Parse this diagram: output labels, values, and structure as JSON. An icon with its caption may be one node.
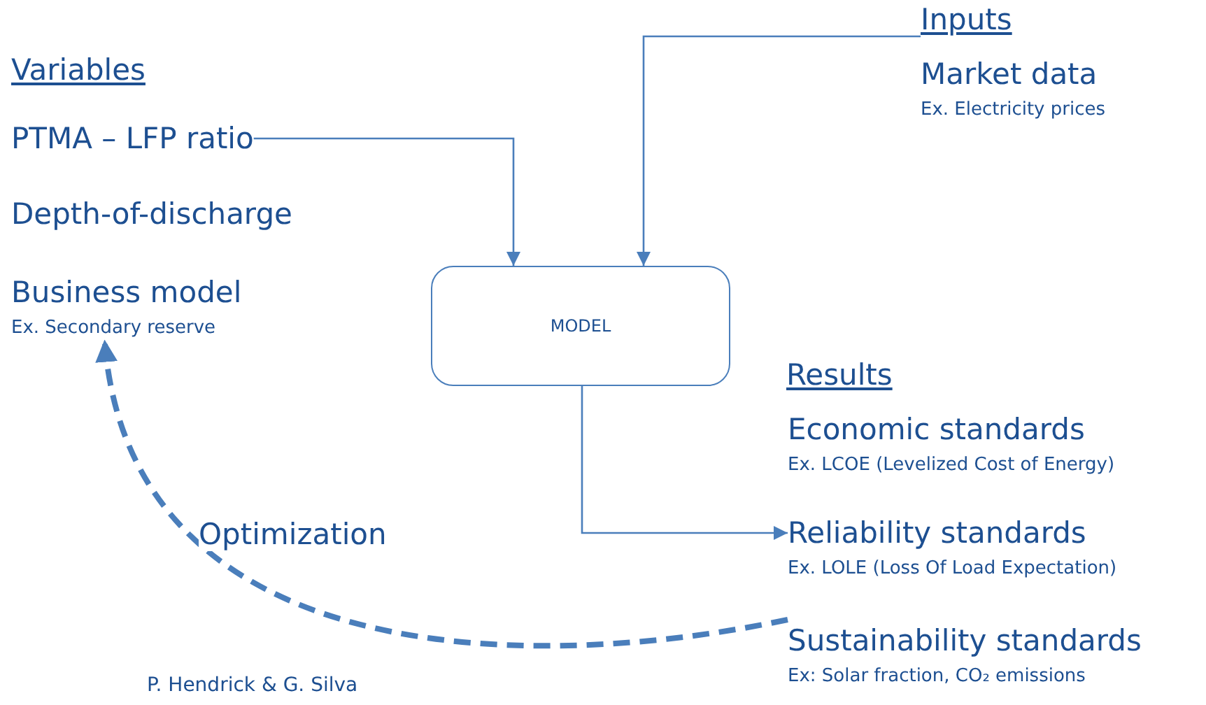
{
  "diagram": {
    "nodes": [
      {
        "text": [
          "Variables"
        ]
      },
      {
        "text": [
          "PTMA – LFP ratio"
        ],
        "in": 0
      },
      {
        "text": [
          "Depth-of-discharge"
        ],
        "in": 0
      },
      {
        "text": [
          "Business model",
          "Ex. Secondary reserve"
        ],
        "in": 0
      },
      {
        "text": [
          "Inputs"
        ]
      },
      {
        "text": [
          "Market data",
          "Ex. Electricity prices"
        ],
        "in": 4
      },
      {
        "text": [
          "MODEL"
        ]
      },
      {
        "text": [
          "Results"
        ]
      },
      {
        "text": [
          "Economic standards",
          "Ex. LCOE (Levelized Cost of Energy)"
        ],
        "in": 7
      },
      {
        "text": [
          "Reliability standards",
          "Ex. LOLE (Loss Of Load Expectation)"
        ],
        "in": 7
      },
      {
        "text": [
          "Sustainability standards",
          "Ex: Solar fraction, CO₂ emissions"
        ],
        "in": 7
      }
    ],
    "edges": [
      {
        "from": 1,
        "to": 6,
        "arrow": "to"
      },
      {
        "from": 4,
        "to": 6,
        "arrow": "to"
      },
      {
        "from": 6,
        "to": 9,
        "arrow": "to"
      },
      {
        "from": 10,
        "to": 3,
        "arrow": "to",
        "label": "Optimization",
        "style": "dashed"
      }
    ],
    "labels": [
      "P. Hendrick & G. Silva"
    ]
  }
}
